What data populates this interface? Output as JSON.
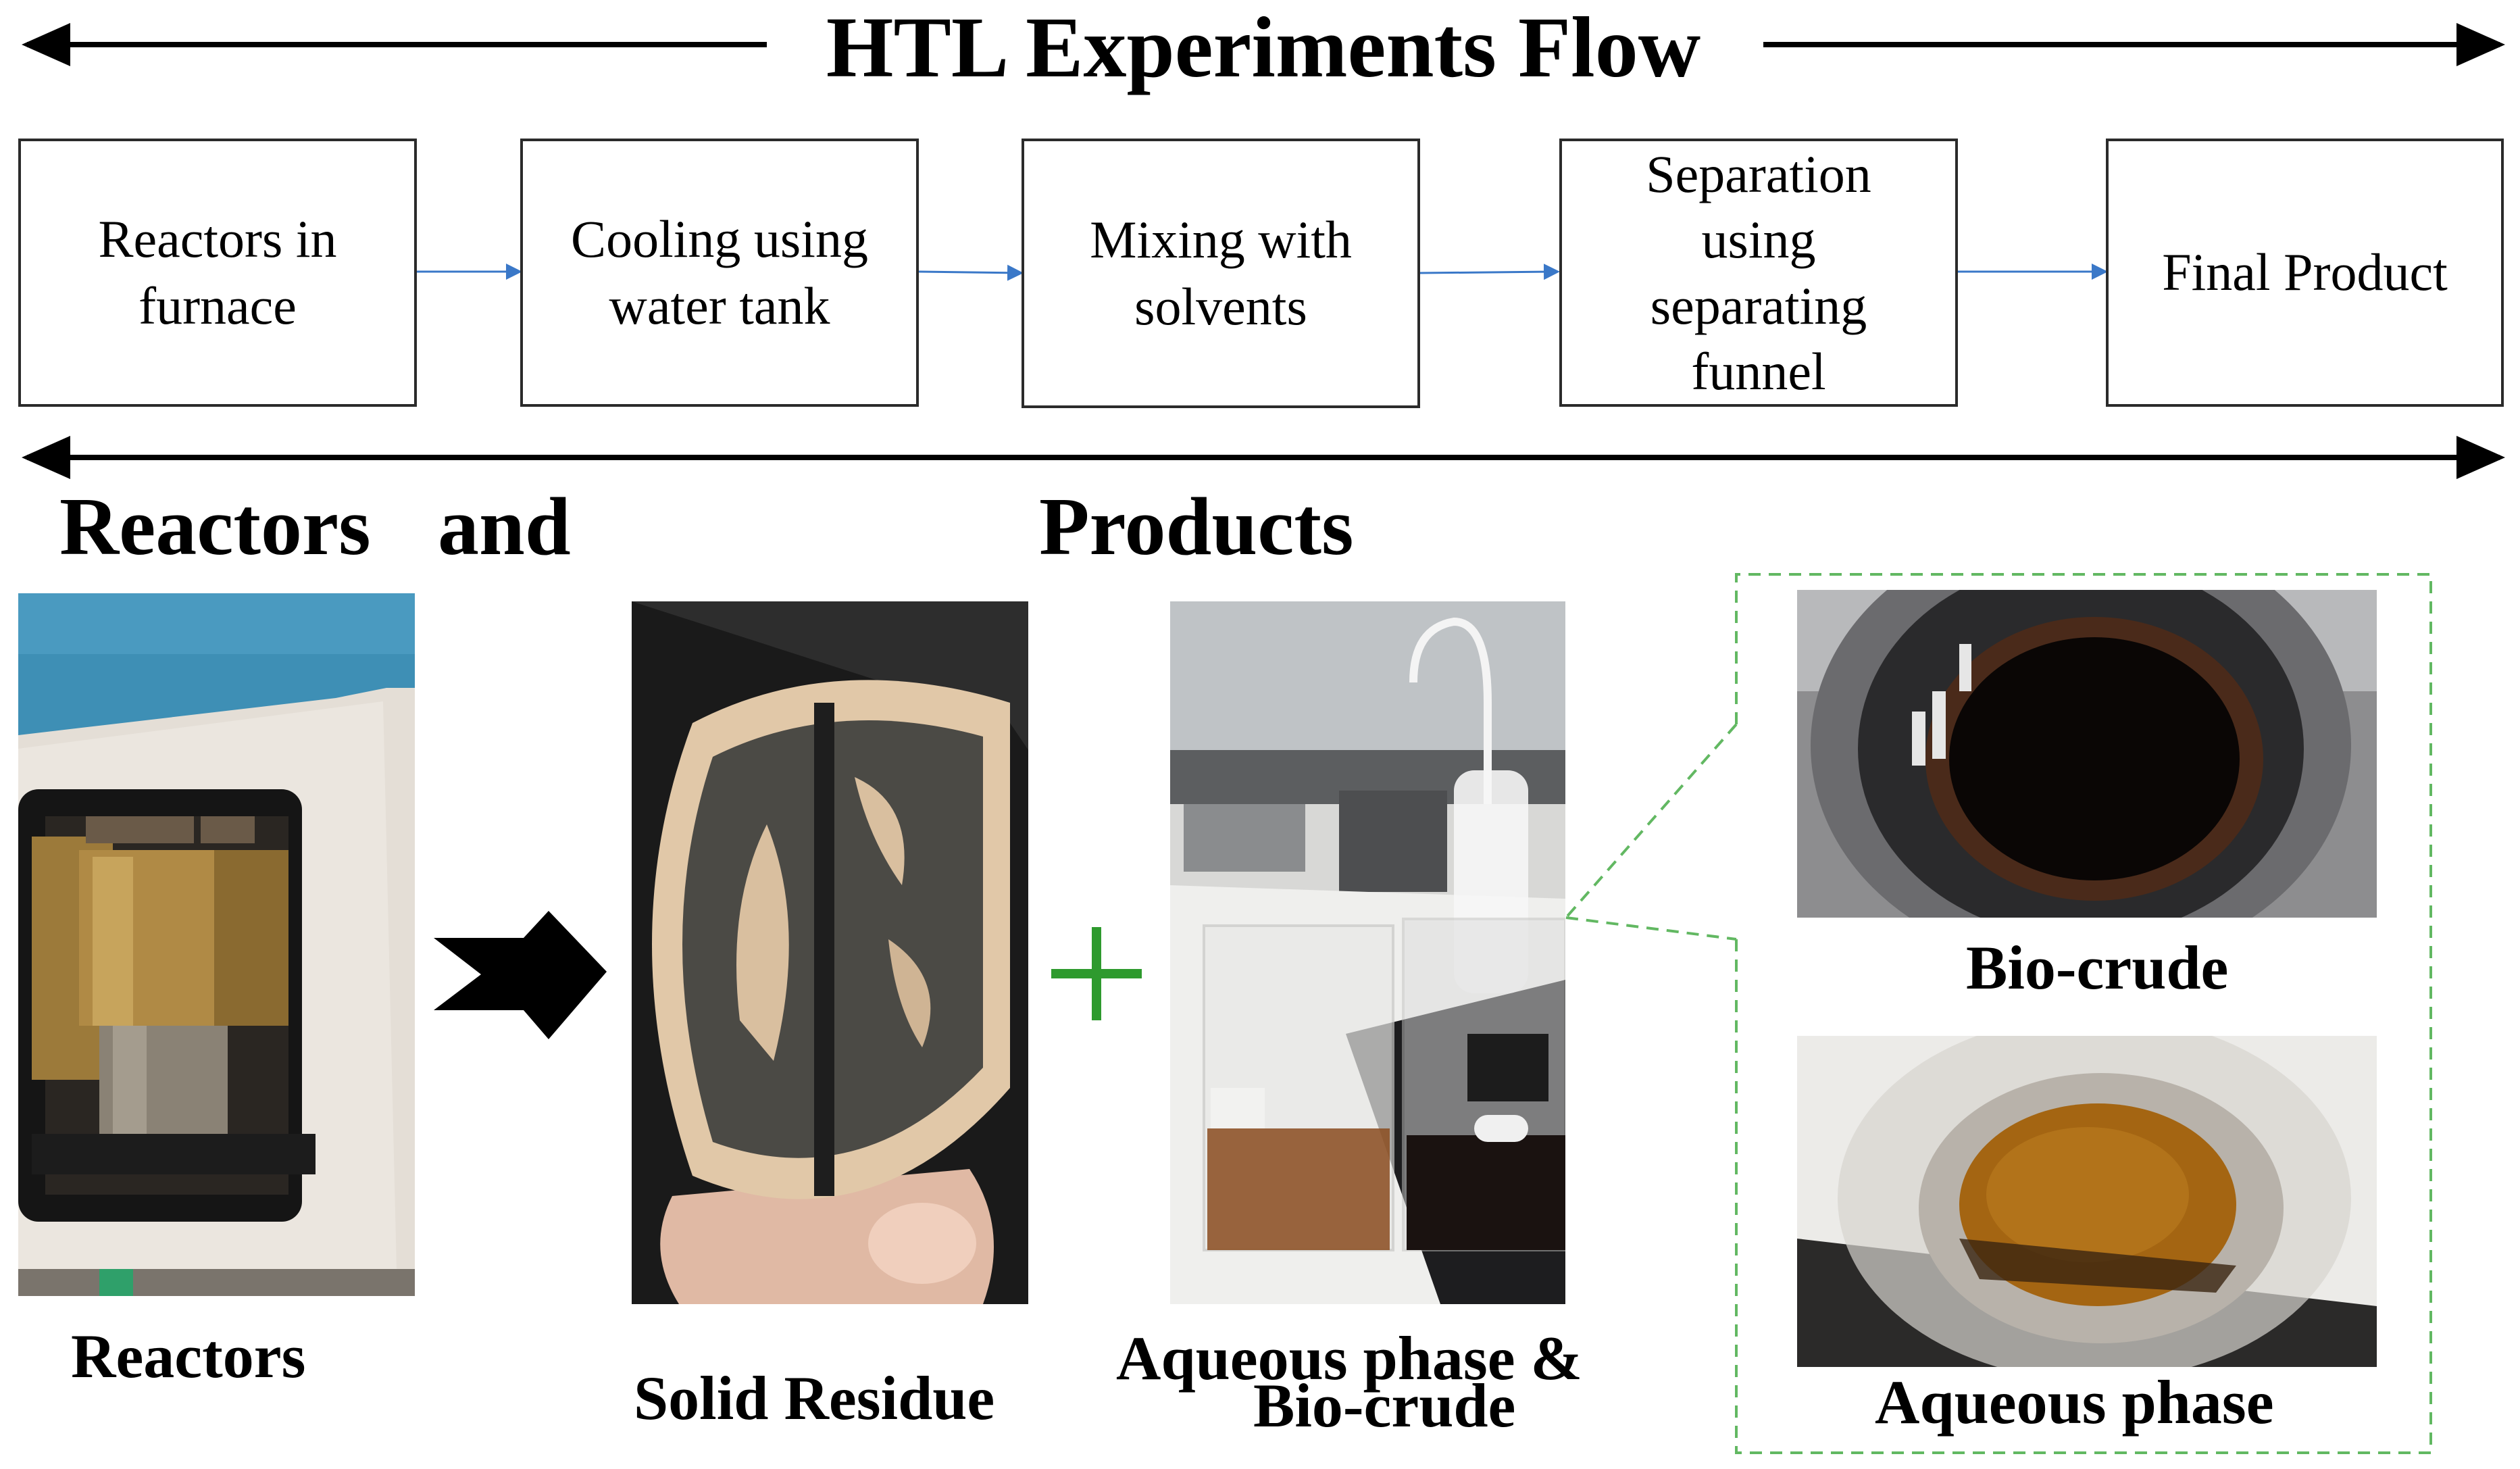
{
  "title": "HTL Experiments Flow",
  "flow_steps": [
    {
      "label": "Reactors in\nfurnace"
    },
    {
      "label": "Cooling using\nwater tank"
    },
    {
      "label": "Mixing with\nsolvents"
    },
    {
      "label": "Separation\nusing\nseparating\nfunnel"
    },
    {
      "label": "Final Product"
    }
  ],
  "section_heading": {
    "part1": "Reactors",
    "part2": "and",
    "part3": "Products"
  },
  "photo_captions": {
    "reactors": "Reactors",
    "solid_residue": "Solid Residue",
    "mixture_line1": "Aqueous phase &",
    "mixture_line2": "Bio-crude",
    "biocrude": "Bio-crude",
    "aqueous": "Aqueous phase"
  },
  "colors": {
    "flow_arrow": "#3a78c8",
    "plus": "#2e9a2e",
    "dashed_callout": "#62b862",
    "wall_blue": "#3e8fb5"
  }
}
